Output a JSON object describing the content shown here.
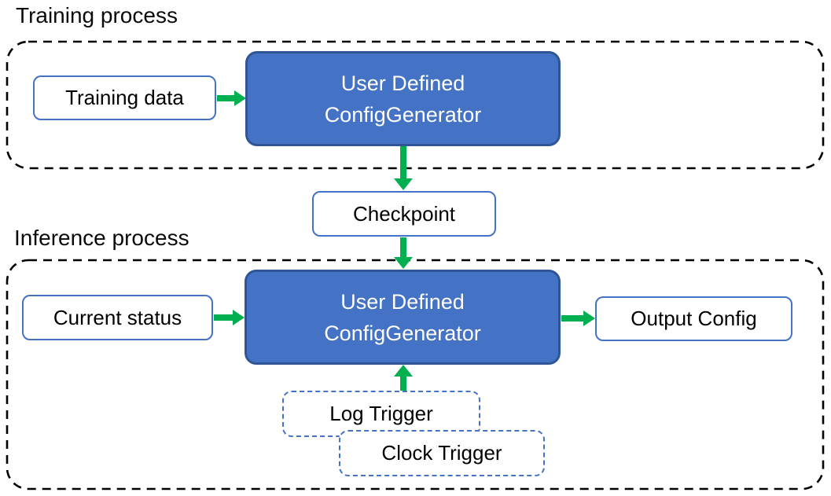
{
  "processes": {
    "training": {
      "label": "Training process",
      "input": "Training data",
      "generator_lines": [
        "User Defined",
        "ConfigGenerator"
      ]
    },
    "checkpoint_label": "Checkpoint",
    "inference": {
      "label": "Inference process",
      "input": "Current status",
      "generator_lines": [
        "User Defined",
        "ConfigGenerator"
      ],
      "output": "Output Config",
      "triggers": [
        {
          "label": "Log Trigger"
        },
        {
          "label": "Clock Trigger"
        }
      ]
    }
  },
  "connections": [
    {
      "from": "training-data",
      "to": "training-generator",
      "direction": "right"
    },
    {
      "from": "training-generator",
      "to": "checkpoint",
      "direction": "down"
    },
    {
      "from": "checkpoint",
      "to": "inference-generator",
      "direction": "down"
    },
    {
      "from": "current-status",
      "to": "inference-generator",
      "direction": "right"
    },
    {
      "from": "inference-generator",
      "to": "output-config",
      "direction": "right"
    },
    {
      "from": "triggers",
      "to": "inference-generator",
      "direction": "up"
    }
  ],
  "colors": {
    "generator_fill": "#4472C4",
    "generator_border": "#2F5597",
    "io_box_border": "#4472C4",
    "trigger_border": "#4472C4",
    "arrow": "#00B050",
    "container_border": "#000000",
    "text_on_blue": "#FFFFFF",
    "text_default": "#000000"
  }
}
